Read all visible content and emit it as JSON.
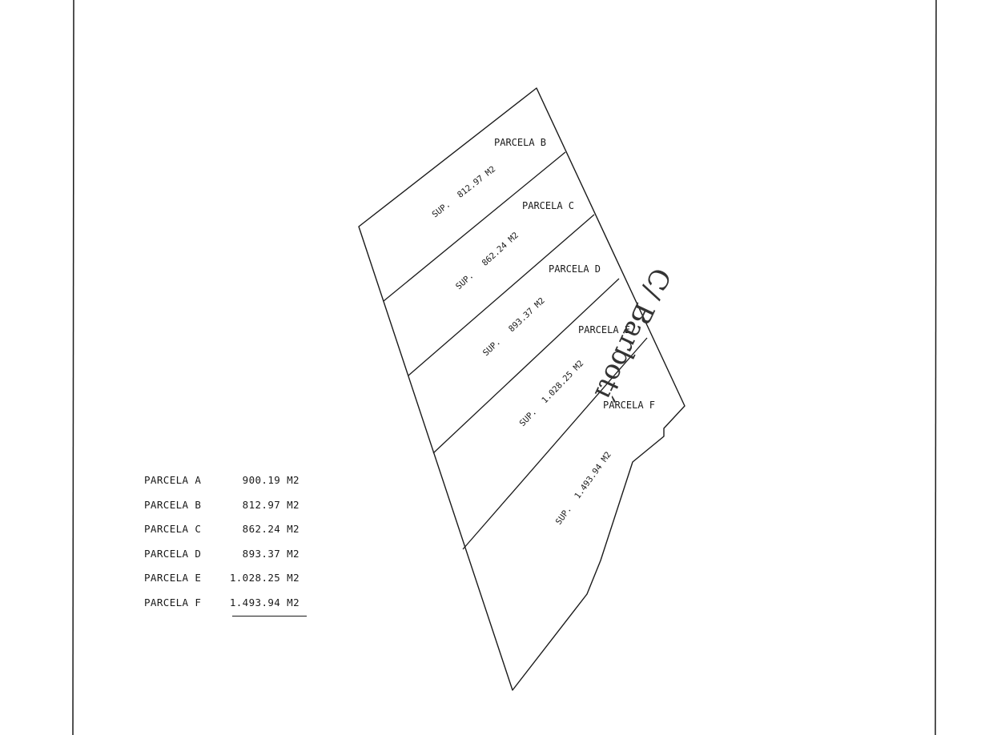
{
  "street_label": "C/ Barbotí",
  "parcels": [
    {
      "id": "B",
      "label": "PARCELA B",
      "sup_prefix": "SUP.",
      "sup_value": "812.97 M2"
    },
    {
      "id": "C",
      "label": "PARCELA C",
      "sup_prefix": "SUP.",
      "sup_value": "862.24 M2"
    },
    {
      "id": "D",
      "label": "PARCELA D",
      "sup_prefix": "SUP.",
      "sup_value": "893.37 M2"
    },
    {
      "id": "E",
      "label": "PARCELA E",
      "sup_prefix": "SUP.",
      "sup_value": "1.028.25 M2"
    },
    {
      "id": "F",
      "label": "PARCELA F",
      "sup_prefix": "SUP.",
      "sup_value": "1.493.94 M2"
    }
  ],
  "area_table": [
    {
      "name": "PARCELA A",
      "value": "900.19 M2"
    },
    {
      "name": "PARCELA B",
      "value": "812.97 M2"
    },
    {
      "name": "PARCELA C",
      "value": "862.24 M2"
    },
    {
      "name": "PARCELA D",
      "value": "893.37 M2"
    },
    {
      "name": "PARCELA E",
      "value": "1.028.25 M2"
    },
    {
      "name": "PARCELA F",
      "value": "1.493.94 M2"
    }
  ],
  "colors": {
    "line": "#1a1a1a",
    "street_handwriting": "#333333",
    "background": "#ffffff"
  }
}
